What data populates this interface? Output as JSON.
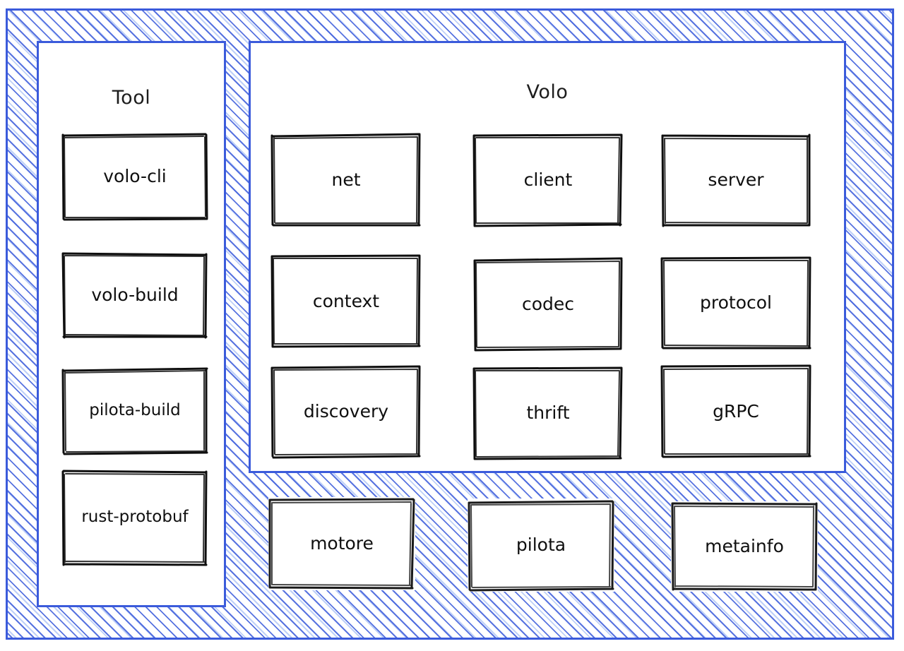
{
  "diagram": {
    "style": "hand-drawn-sketch",
    "background_pattern": "diagonal-hatch",
    "accent_color": "#3b5bdb",
    "stroke_color": "#0f0f0f",
    "fill_color": "#ffffff"
  },
  "groups": {
    "tool": {
      "title": "Tool",
      "nodes": [
        {
          "label": "volo-cli"
        },
        {
          "label": "volo-build"
        },
        {
          "label": "pilota-build"
        },
        {
          "label": "rust-protobuf"
        }
      ]
    },
    "volo": {
      "title": "Volo",
      "nodes": [
        {
          "label": "net"
        },
        {
          "label": "client"
        },
        {
          "label": "server"
        },
        {
          "label": "context"
        },
        {
          "label": "codec"
        },
        {
          "label": "protocol"
        },
        {
          "label": "discovery"
        },
        {
          "label": "thrift"
        },
        {
          "label": "gRPC"
        }
      ]
    }
  },
  "foundation": {
    "nodes": [
      {
        "label": "motore"
      },
      {
        "label": "pilota"
      },
      {
        "label": "metainfo"
      }
    ]
  }
}
